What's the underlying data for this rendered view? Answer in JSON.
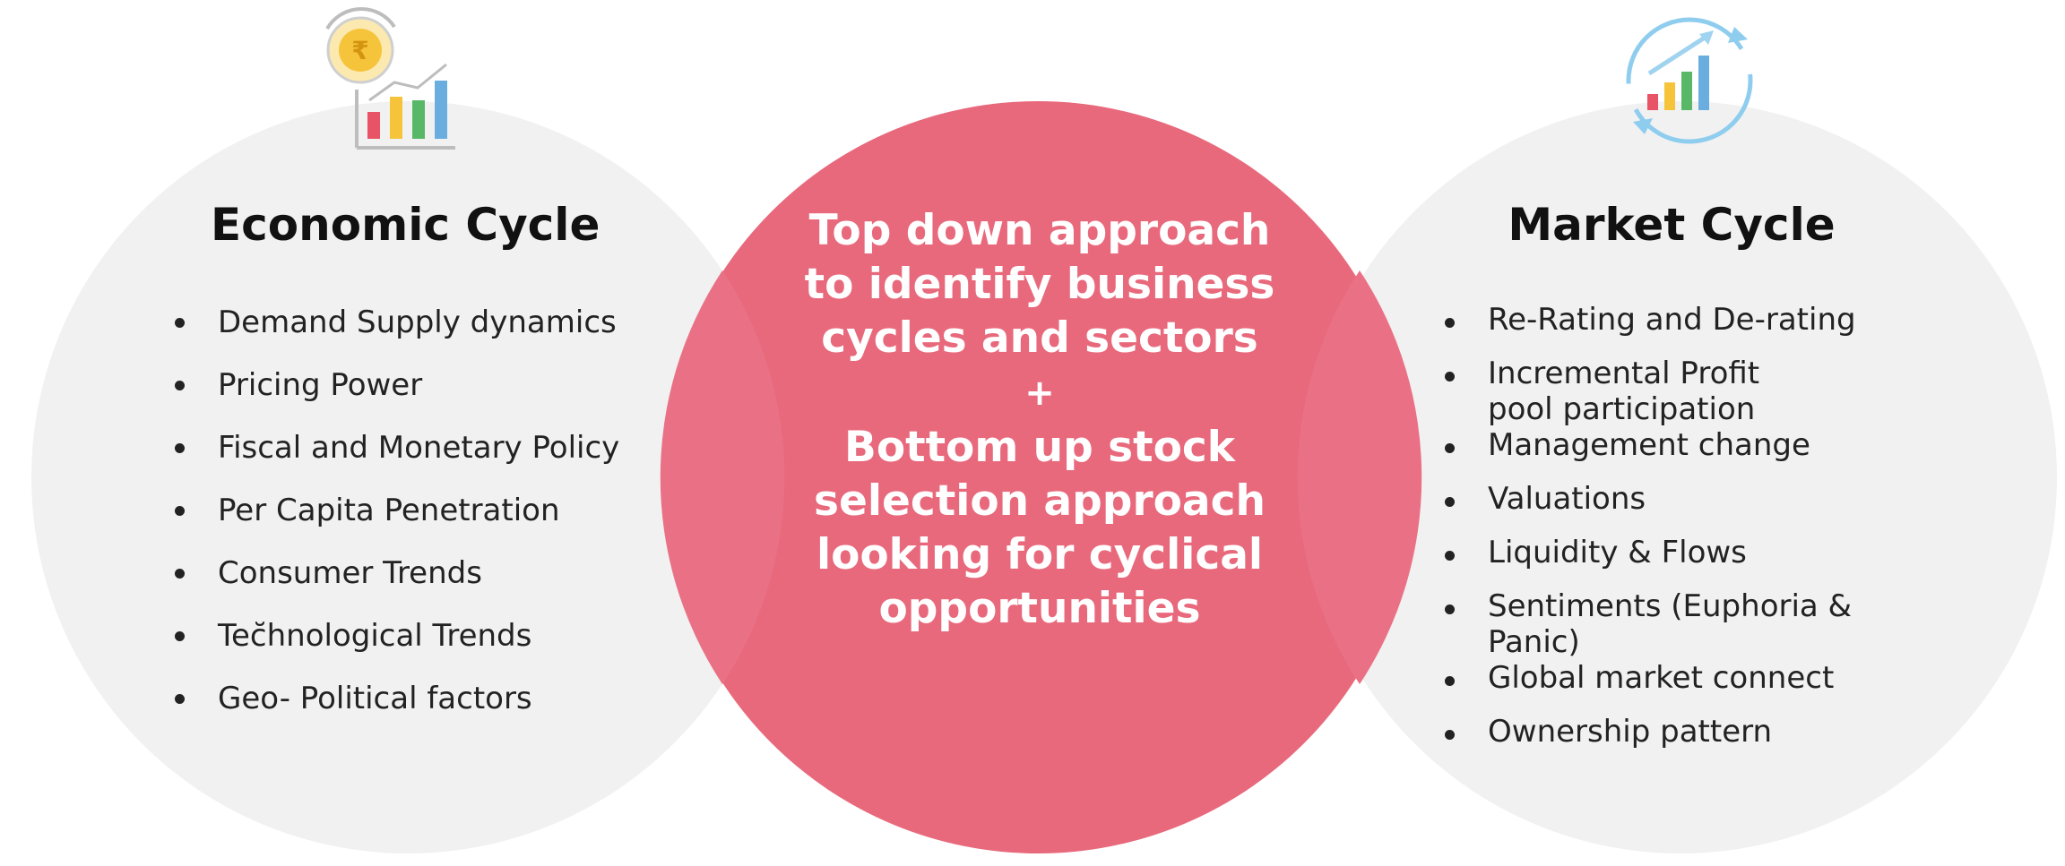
{
  "left": {
    "title": "Economic Cycle",
    "items": [
      "Demand Supply dynamics",
      "Pricing Power",
      "Fiscal and Monetary Policy",
      "Per Capita Penetration",
      "Consumer Trends",
      "Tec̆hnological Trends",
      "Geo- Political factors"
    ],
    "icon": "economic-chart-icon"
  },
  "center": {
    "top_text": "Top down approach to identify business cycles and sectors",
    "plus": "+",
    "bottom_text": "Bottom up stock selection approach looking for cyclical opportunities"
  },
  "right": {
    "title": "Market Cycle",
    "items": [
      "Re-Rating and De-rating",
      "Incremental Profit pool participation",
      "Management change",
      "Valuations",
      "Liquidity & Flows",
      "Sentiments (Euphoria & Panic)",
      "Global market connect",
      "Ownership pattern"
    ],
    "icon": "market-growth-cycle-icon"
  },
  "colors": {
    "side_circle": "#f1f1f1",
    "center_circle": "#e8697c",
    "overlap": "#ea7185",
    "title_text": "#111111",
    "body_text": "#222222"
  }
}
